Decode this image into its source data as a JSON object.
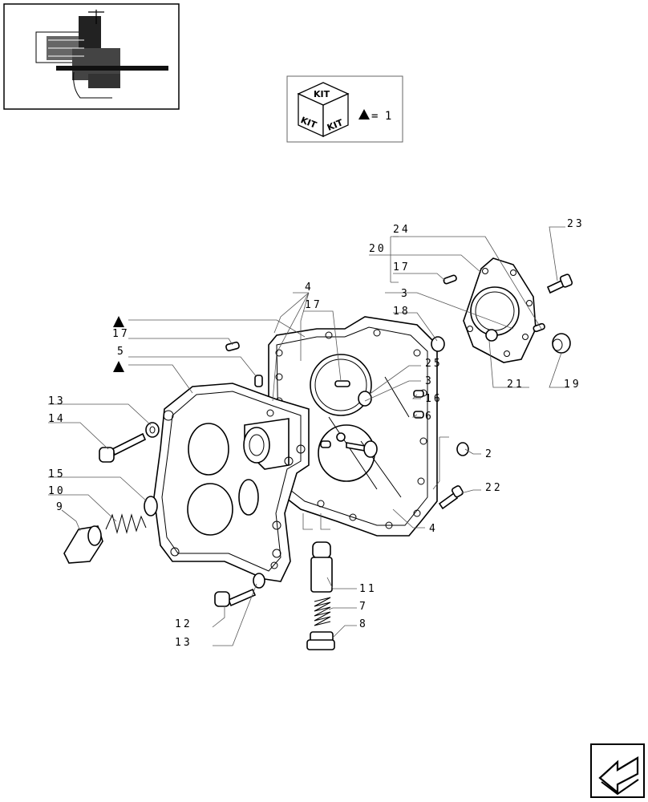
{
  "kit_box": {
    "kit_top": "KIT",
    "kit_left": "KIT",
    "kit_right": "KIT",
    "equals_text": "= 1"
  },
  "callouts": {
    "l24": "24",
    "l20": "20",
    "l17a": "17",
    "l3a": "3",
    "l18": "18",
    "l23": "23",
    "l21": "21",
    "l19": "19",
    "l4a": "4",
    "l17b": "17",
    "l17c": "17",
    "l5": "5",
    "l25": "25",
    "l3b": "3",
    "l16": "16",
    "l6": "6",
    "l13a": "13",
    "l14": "14",
    "l2": "2",
    "l15": "15",
    "l10": "10",
    "l9": "9",
    "l22": "22",
    "l4b": "4",
    "l11": "11",
    "l7": "7",
    "l8": "8",
    "l12": "12",
    "l13b": "13"
  },
  "colors": {
    "line": "#000000",
    "leader": "#555555",
    "paper": "#ffffff"
  },
  "icons": [
    "kit-cube-icon",
    "triangle-marker-icon",
    "back-arrow-icon",
    "thumbnail-image"
  ]
}
